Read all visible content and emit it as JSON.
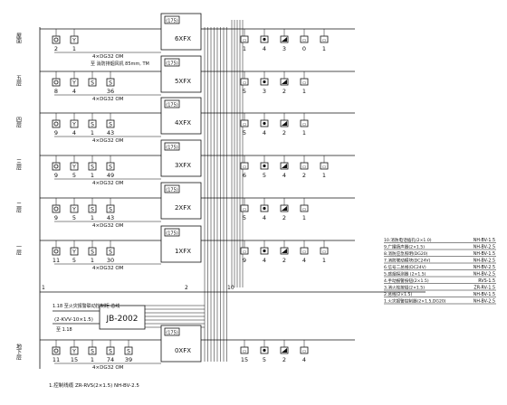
{
  "floors": [
    {
      "floor_label": "屋面",
      "panel": "6XFX",
      "breaker": "(175)",
      "left_counts": [
        "2",
        "1"
      ],
      "right_counts": [
        "1",
        "4",
        "3",
        "0",
        "1"
      ],
      "feeder": "4×DG32 OM",
      "note": "至 消防排烟风机 85mm, TM"
    },
    {
      "floor_label": "五层",
      "panel": "5XFX",
      "breaker": "(175)",
      "left_counts": [
        "8",
        "4",
        "",
        "36"
      ],
      "right_counts": [
        "5",
        "3",
        "2",
        "1"
      ],
      "feeder": "4×DG32 OM",
      "note": ""
    },
    {
      "floor_label": "四层",
      "panel": "4XFX",
      "breaker": "(175)",
      "left_counts": [
        "9",
        "4",
        "1",
        "43"
      ],
      "right_counts": [
        "5",
        "4",
        "2",
        "1"
      ],
      "feeder": "4×DG32 OM",
      "note": ""
    },
    {
      "floor_label": "三层",
      "panel": "3XFX",
      "breaker": "(175)",
      "left_counts": [
        "9",
        "5",
        "1",
        "49"
      ],
      "right_counts": [
        "6",
        "5",
        "4",
        "2",
        "1"
      ],
      "feeder": "4×DG32 OM",
      "note": ""
    },
    {
      "floor_label": "二层",
      "panel": "2XFX",
      "breaker": "(175)",
      "left_counts": [
        "9",
        "5",
        "1",
        "43"
      ],
      "right_counts": [
        "5",
        "4",
        "2",
        "1"
      ],
      "feeder": "4×DG32 OM",
      "note": ""
    },
    {
      "floor_label": "一层",
      "panel": "1XFX",
      "breaker": "(175)",
      "left_counts": [
        "11",
        "5",
        "1",
        "30"
      ],
      "right_counts": [
        "9",
        "4",
        "2",
        "4",
        "1"
      ],
      "feeder": "4×DG32 OM",
      "note": ""
    },
    {
      "floor_label": "地下层",
      "panel": "0XFX",
      "breaker": "(175)",
      "left_counts": [
        "11",
        "15",
        "1",
        "74",
        "39"
      ],
      "right_counts": [
        "15",
        "5",
        "2",
        "4"
      ],
      "feeder": "4×DG32 OM",
      "note": ""
    }
  ],
  "riser_markers": [
    "1",
    "2",
    "10"
  ],
  "controller": {
    "label": "JB-2002",
    "top_note": "1.18 至火灾报警联动控制柜 总线",
    "cable": "(2-KVV-10×1.5)",
    "cable_note": "至 1.18"
  },
  "basement_cable": "1.控制线缆 ZR-RVS(2×1.5) NH-BV-2.5",
  "legend": [
    {
      "desc": "10.消防电话插孔(2×1.0)",
      "cable": "NH-BV-1.5"
    },
    {
      "desc": "9.广播扬声器(2×1.5)",
      "cable": "NH-BV-2.5"
    },
    {
      "desc": "8.消防应急照明(DG20)",
      "cable": "NH-BV-1.5"
    },
    {
      "desc": "7.消防联动模块(DC24V)",
      "cable": "NH-BV-2.5"
    },
    {
      "desc": "6.信号二总线(DC24V)",
      "cable": "NH-BV-2.5"
    },
    {
      "desc": "5.感烟探测器 (2×1.5)",
      "cable": "NH-BV-2.5"
    },
    {
      "desc": "4.手动报警按钮(2×1.5)",
      "cable": "RVS-1.5"
    },
    {
      "desc": "3.消火栓按钮(2×1.5)",
      "cable": "ZR-RV-1.5"
    },
    {
      "desc": "2.总线(2×1.5)",
      "cable": "NH-BV-1.5"
    },
    {
      "desc": "1.火灾报警控制器(2×1.5,DG20)",
      "cable": "NH-BV-2.5"
    }
  ]
}
